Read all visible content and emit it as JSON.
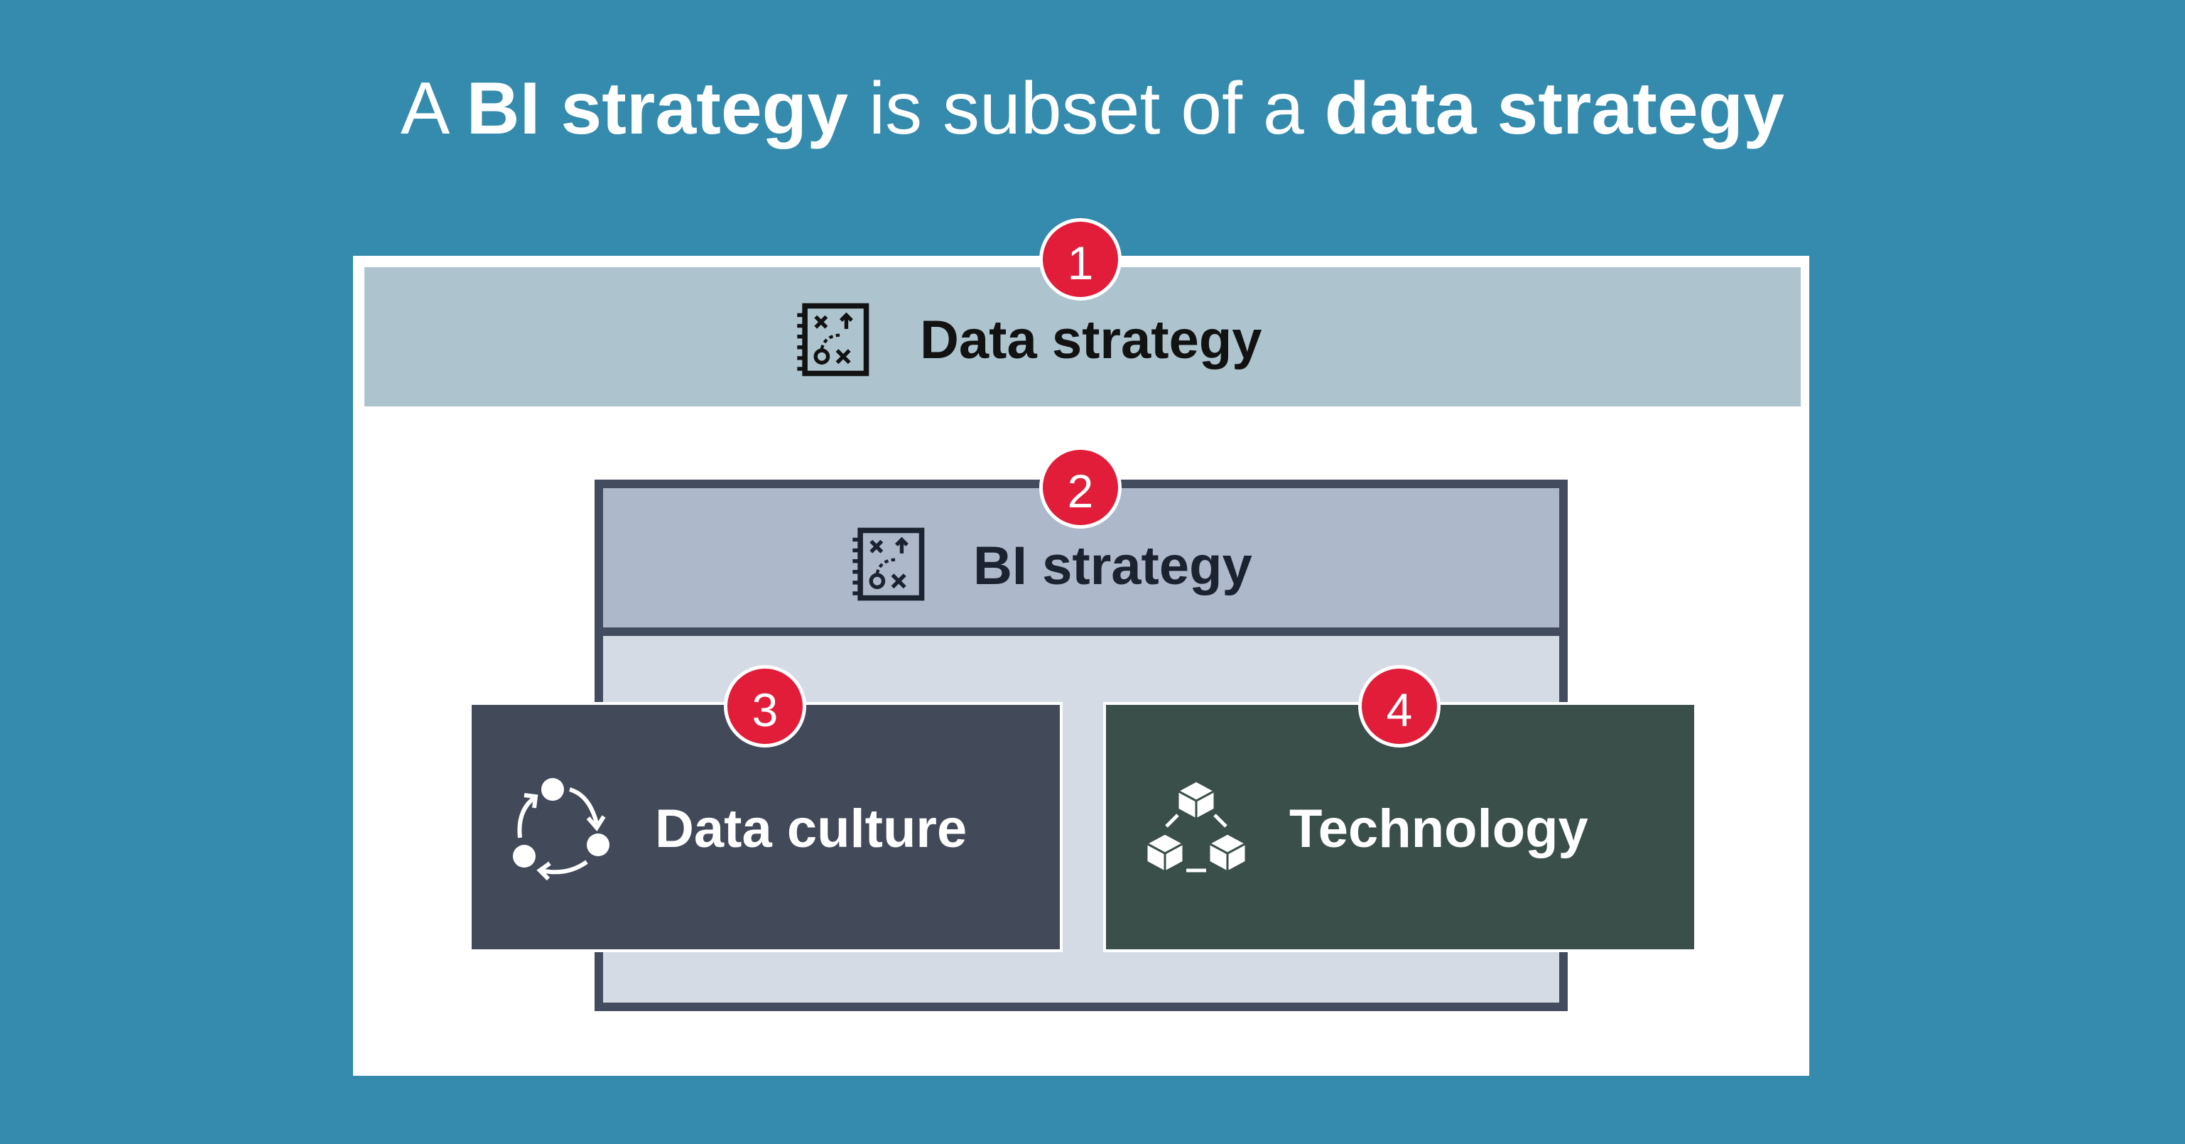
{
  "title": {
    "part1": "A ",
    "part2": "BI strategy",
    "part3": " is subset of a ",
    "part4": "data strategy"
  },
  "data_strategy": {
    "badge": "1",
    "label": "Data strategy",
    "icon": "strategy-icon"
  },
  "bi_strategy": {
    "badge": "2",
    "label": "BI strategy",
    "icon": "strategy-icon"
  },
  "data_culture": {
    "badge": "3",
    "label": "Data culture",
    "icon": "cycle-icon"
  },
  "technology": {
    "badge": "4",
    "label": "Technology",
    "icon": "blocks-icon"
  },
  "colors": {
    "background": "#348bad",
    "badge": "#e11d3a",
    "data_strategy_band": "#adc4cf",
    "bi_strategy_header": "#adb8ca",
    "bi_strategy_border": "#434c5f",
    "data_culture_card": "#424959",
    "technology_card": "#3a4e4a"
  }
}
